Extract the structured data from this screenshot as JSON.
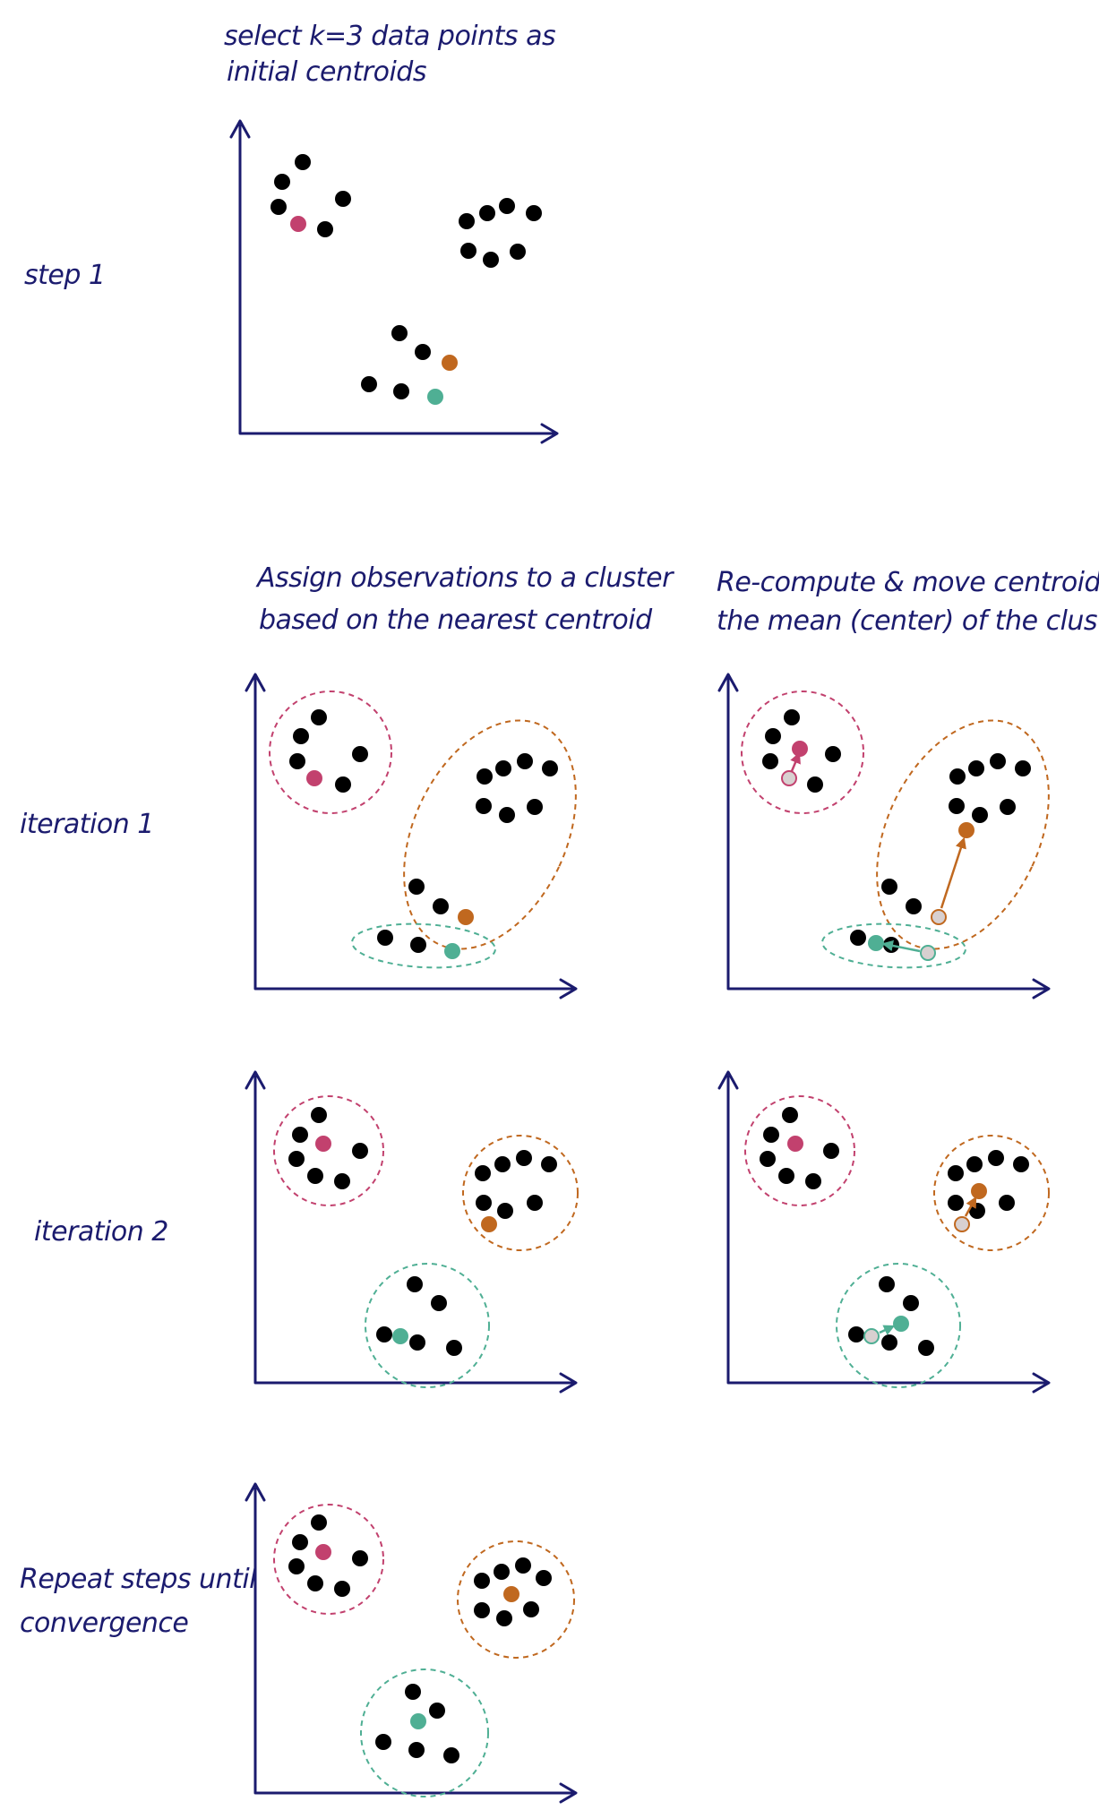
{
  "colors": {
    "ink": "#1b1b6e",
    "point": "#000000",
    "pink": "#c2416e",
    "orange": "#c0681f",
    "green": "#4faf94",
    "old_centroid_fill": "#d8d0d0",
    "old_centroid_stroke": "#9a8f8f"
  },
  "labels": {
    "step1": "step 1",
    "iteration1": "iteration 1",
    "iteration2": "iteration 2",
    "repeat_line1": "Repeat steps until",
    "repeat_line2": "convergence"
  },
  "captions": {
    "select_line1": "select k=3 data points as",
    "select_line2": "initial centroids",
    "assign_line1": "Assign observations to a cluster",
    "assign_line2": "based on the nearest centroid",
    "recompute_line1": "Re-compute & move centroids to",
    "recompute_line2": "the mean (center) of the cluster"
  },
  "icons": {
    "axis": "axis-arrow-icon",
    "point": "data-point-icon",
    "centroid": "centroid-icon",
    "move": "centroid-move-arrow-icon"
  }
}
